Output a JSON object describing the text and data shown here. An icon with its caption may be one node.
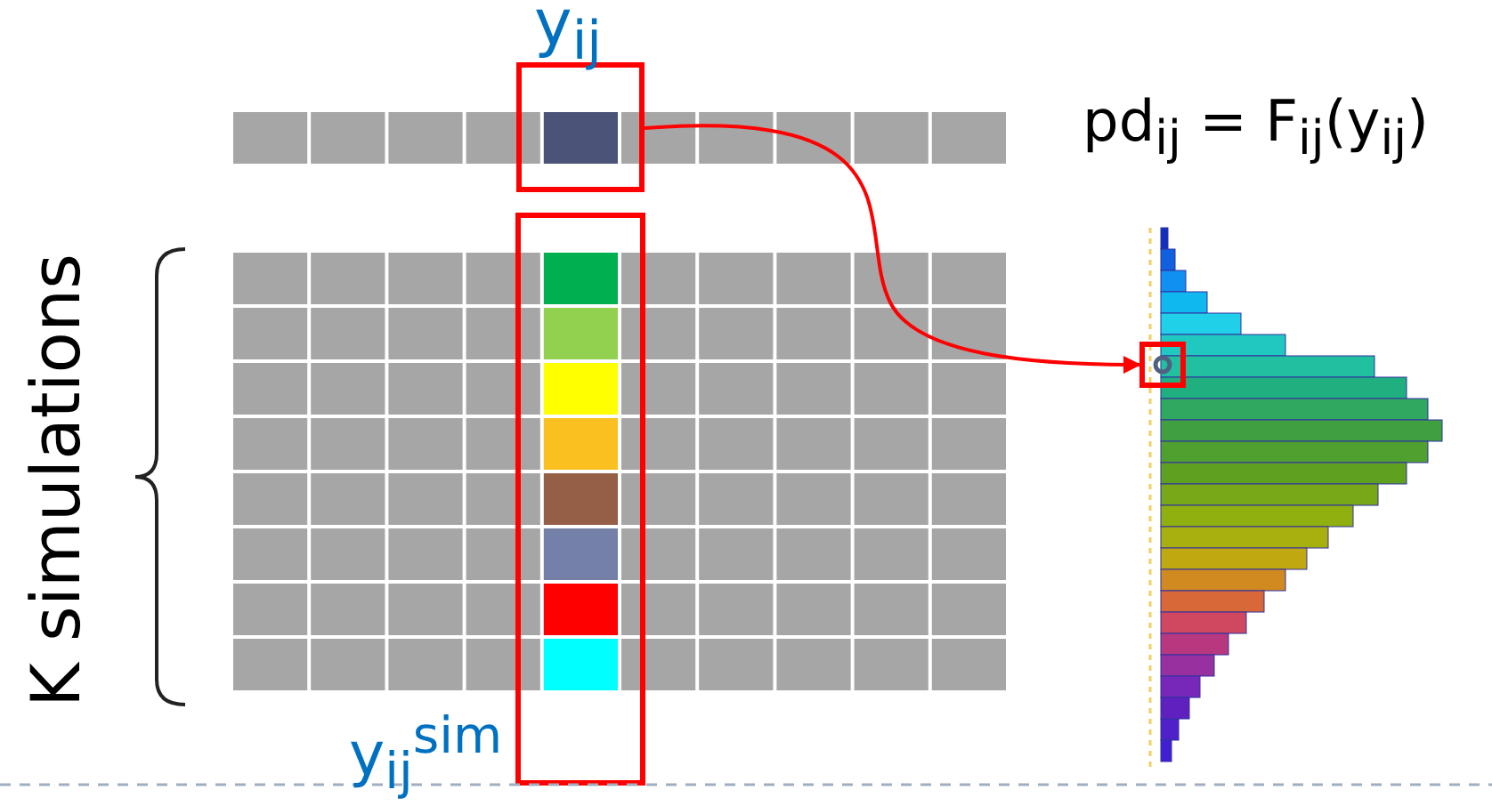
{
  "diagram": {
    "nodes": [
      {
        "text": [],
        "shape": "box"
      },
      {
        "text": [],
        "shape": "box"
      }
    ],
    "edges": [
      {
        "from": 0,
        "to": 1,
        "arrow": "to",
        "color": "#ff0000"
      }
    ],
    "labels": [
      "y$_{ij}$",
      "pd$_{ij}$ = F$_{ij}$(y$_{ij}$)",
      "K simulations",
      "y$_{ij}$$^{sim}$"
    ]
  }
}
